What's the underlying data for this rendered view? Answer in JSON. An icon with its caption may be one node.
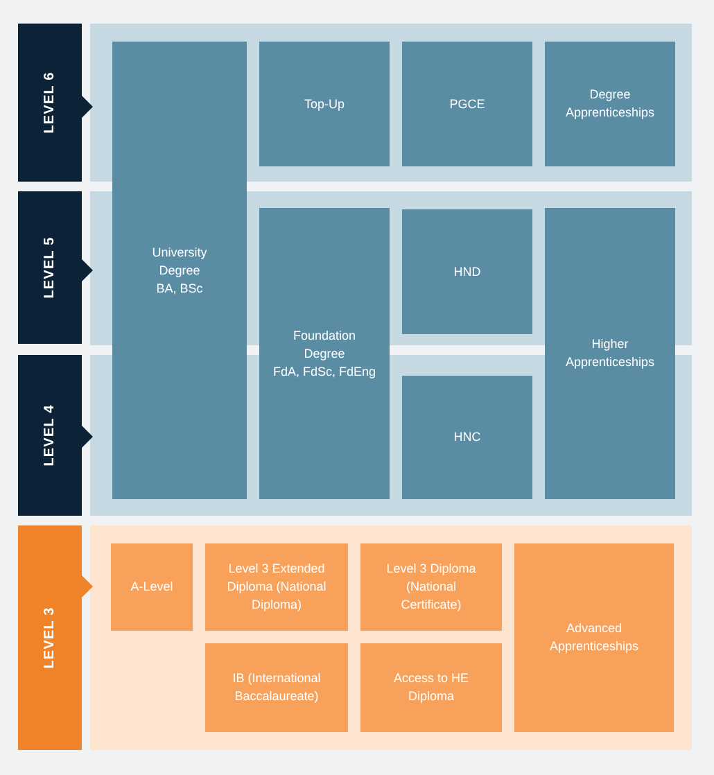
{
  "diagram": {
    "nodes": [
      {
        "text": [
          "LEVEL 6"
        ]
      },
      {
        "text": [
          "University Degree",
          "BA, BSc"
        ]
      },
      {
        "text": [
          "Top-Up"
        ]
      },
      {
        "text": [
          "PGCE"
        ]
      },
      {
        "text": [
          "Degree Apprenticeships"
        ]
      },
      {
        "text": [
          "LEVEL 5"
        ]
      },
      {
        "text": [
          "Foundation Degree",
          "FdA, FdSc, FdEng"
        ]
      },
      {
        "text": [
          "HND"
        ]
      },
      {
        "text": [
          "Higher Apprenticeships"
        ]
      },
      {
        "text": [
          "LEVEL 4"
        ]
      },
      {
        "text": [
          "HNC"
        ]
      },
      {
        "text": [
          "LEVEL 3"
        ]
      },
      {
        "text": [
          "A-Level"
        ]
      },
      {
        "text": [
          "Level 3 Extended Diploma (National Diploma)"
        ]
      },
      {
        "text": [
          "Level 3 Diploma (National Certificate)"
        ]
      },
      {
        "text": [
          "Advanced Apprenticeships"
        ]
      },
      {
        "text": [
          "IB (International Baccalaureate)"
        ]
      },
      {
        "text": [
          "Access to HE Diploma"
        ]
      }
    ]
  }
}
